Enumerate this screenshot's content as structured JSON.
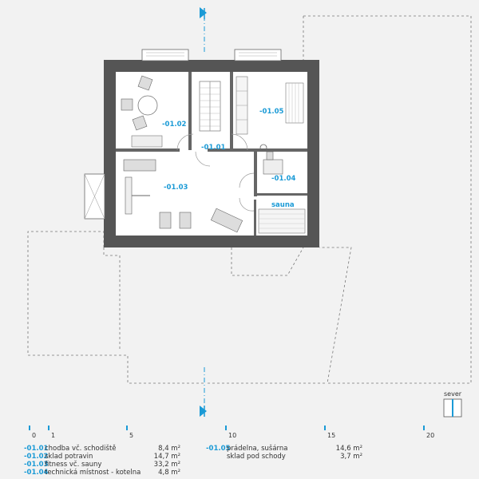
{
  "rooms": [
    {
      "code": "-01.01",
      "name": "chodba vč. schodiště",
      "area": "8,4 m²"
    },
    {
      "code": "-01.02",
      "name": "sklad potravin",
      "area": "14,7 m²"
    },
    {
      "code": "-01.03",
      "name": "fitness vč. sauny",
      "area": "33,2 m²"
    },
    {
      "code": "-01.04",
      "name": "technická místnost - kotelna",
      "area": "4,8 m²"
    },
    {
      "code": "-01.05",
      "name": "prádelna, sušárna",
      "area": "14,6 m²"
    },
    {
      "code": "",
      "name": "sklad pod schody",
      "area": "3,7 m²"
    }
  ],
  "plan_labels": {
    "r0102": "-01.02",
    "r0101": "-01.01",
    "r0105": "-01.05",
    "r0103": "-01.03",
    "r0104": "-01.04",
    "sauna": "sauna"
  },
  "scale": [
    "0",
    "1",
    "5",
    "10",
    "15",
    "20"
  ],
  "compass": "sever",
  "colors": {
    "accent": "#1a9ad6",
    "wall": "#555555"
  }
}
